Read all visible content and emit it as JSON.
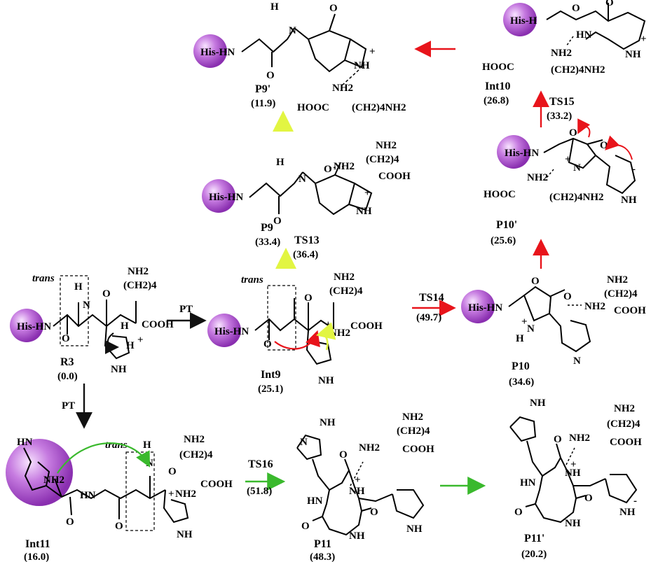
{
  "colors": {
    "black_arrow": "#111111",
    "red_arrow": "#e8141b",
    "yellow_arrow": "#e2f542",
    "green_arrow": "#3ab92d",
    "his_sphere": "#b85bd6"
  },
  "species": {
    "R3": {
      "name": "R3",
      "energy": "(0.0)"
    },
    "Int9": {
      "name": "Int9",
      "energy": "(25.1)"
    },
    "P9": {
      "name": "P9",
      "energy": "(33.4)"
    },
    "P9p": {
      "name": "P9'",
      "energy": "(11.9)"
    },
    "P10": {
      "name": "P10",
      "energy": "(34.6)"
    },
    "P10p": {
      "name": "P10'",
      "energy": "(25.6)"
    },
    "Int10": {
      "name": "Int10",
      "energy": "(26.8)"
    },
    "Int11": {
      "name": "Int11",
      "energy": "(16.0)"
    },
    "P11": {
      "name": "P11",
      "energy": "(48.3)"
    },
    "P11p": {
      "name": "P11'",
      "energy": "(20.2)"
    }
  },
  "transitions": {
    "TS13": {
      "name": "TS13",
      "energy": "(36.4)"
    },
    "TS14": {
      "name": "TS14",
      "energy": "(49.7)"
    },
    "TS15": {
      "name": "TS15",
      "energy": "(33.2)"
    },
    "TS16": {
      "name": "TS16",
      "energy": "(51.8)"
    }
  },
  "labels": {
    "pt": "PT",
    "trans": "trans",
    "his_hn": "His-HN",
    "his_h": "His-H",
    "his_hn_alt": "His-HN",
    "lys_top": "NH2",
    "ch2_4": "(CH2)4",
    "cooh": "COOH",
    "hooc": "HOOC",
    "ch2_4_nh2": "(CH2)4NH2",
    "nh2": "NH2",
    "nh": "NH",
    "nh2_plus": "NH2",
    "h": "H",
    "plus": "+",
    "minus": "-",
    "hn": "HN",
    "o": "O",
    "n": "N",
    "nh_short": "NH"
  }
}
